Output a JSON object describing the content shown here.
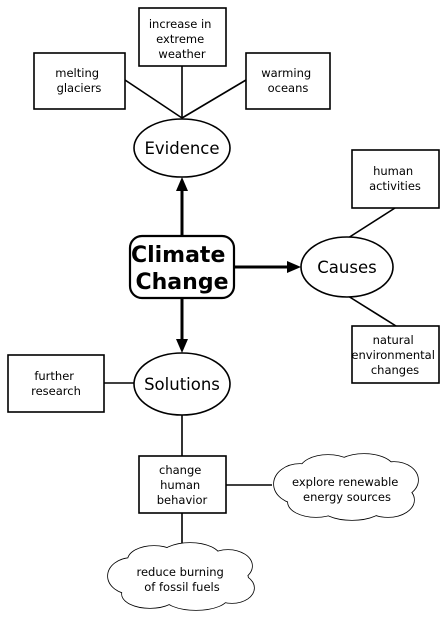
{
  "center": {
    "lines": [
      "Climate",
      "Change"
    ]
  },
  "evidence": {
    "label": "Evidence",
    "items": [
      {
        "lines": [
          "melting",
          "glaciers"
        ]
      },
      {
        "lines": [
          "increase in",
          "extreme",
          "weather"
        ]
      },
      {
        "lines": [
          "warming",
          "oceans"
        ]
      }
    ]
  },
  "causes": {
    "label": "Causes",
    "items": [
      {
        "lines": [
          "human",
          "activities"
        ]
      },
      {
        "lines": [
          "natural",
          "environmental",
          "changes"
        ]
      }
    ]
  },
  "solutions": {
    "label": "Solutions",
    "items": [
      {
        "lines": [
          "further",
          "research"
        ]
      },
      {
        "lines": [
          "change",
          "human",
          "behavior"
        ]
      }
    ],
    "clouds": [
      {
        "lines": [
          "explore renewable",
          "energy sources"
        ]
      },
      {
        "lines": [
          "reduce burning",
          "of fossil fuels"
        ]
      }
    ]
  }
}
